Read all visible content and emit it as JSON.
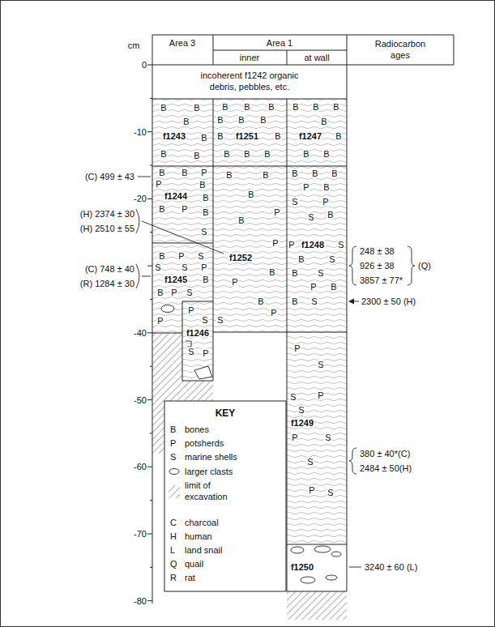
{
  "diagram": {
    "nodes": [
      {
        "text": [
          "incoherent f1242 organic debris, pebbles, etc."
        ]
      },
      {
        "text": [
          "B",
          "B",
          "B",
          "f1243",
          "B",
          "B",
          "B"
        ]
      },
      {
        "text": [
          "B",
          "B",
          "B",
          "B",
          "B",
          "B",
          "B",
          "f1251",
          "B",
          "B",
          "B",
          "B"
        ]
      },
      {
        "text": [
          "B",
          "B",
          "B",
          "B",
          "f1247",
          "B",
          "B",
          "B"
        ]
      },
      {
        "text": [
          "B",
          "B",
          "P",
          "P",
          "B",
          "f1244",
          "B",
          "B",
          "P",
          "B",
          "S"
        ]
      },
      {
        "text": [
          "B",
          "B",
          "B",
          "P",
          "B",
          "P",
          "f1252",
          "B",
          "P",
          "B",
          "P",
          "S"
        ]
      },
      {
        "text": [
          "B",
          "B",
          "B",
          "P",
          "B",
          "S",
          "P",
          "S",
          "B",
          "P",
          "f1248",
          "S",
          "B",
          "S",
          "B",
          "S",
          "P",
          "B",
          "B",
          "S"
        ]
      },
      {
        "text": [
          "B",
          "P",
          "S",
          "S",
          "S",
          "P",
          "f1245",
          "B",
          "B",
          "P",
          "S",
          "P"
        ]
      },
      {
        "text": [
          "P",
          "S",
          "f1246",
          "S",
          "P"
        ]
      },
      {
        "text": [
          "P",
          "S",
          "S",
          "P",
          "S",
          "f1249",
          "P",
          "S",
          "S",
          "P",
          "S"
        ]
      },
      {
        "text": [
          "f1250"
        ]
      }
    ],
    "labels": [
      "cm",
      "Area 3",
      "Area 1",
      "inner",
      "at wall",
      "Radiocarbon ages",
      "0",
      "-10",
      "-20",
      "-40",
      "-50",
      "-60",
      "-70",
      "-80",
      "(C) 499 ± 43",
      "(H) 2374 ± 30",
      "(H) 2510 ± 55",
      "(C) 748 ± 40",
      "(R) 1284 ± 30",
      "248 ± 38",
      "926 ± 38",
      "3857 ± 77*",
      "(Q)",
      "2300 ± 50 (H)",
      "380 ± 40*(C)",
      "2484 ± 50(H)",
      "3240 ± 60 (L)",
      "KEY",
      "B",
      "P",
      "S",
      "C",
      "H",
      "L",
      "Q",
      "R"
    ],
    "legend": [
      {
        "text": "bones"
      },
      {
        "text": "potsherds"
      },
      {
        "text": "marine shells"
      },
      {
        "text": "larger clasts"
      },
      {
        "text": "limit of excavation"
      },
      {
        "text": "charcoal"
      },
      {
        "text": "human"
      },
      {
        "text": "land snail"
      },
      {
        "text": "quail"
      },
      {
        "text": "rat"
      }
    ]
  }
}
